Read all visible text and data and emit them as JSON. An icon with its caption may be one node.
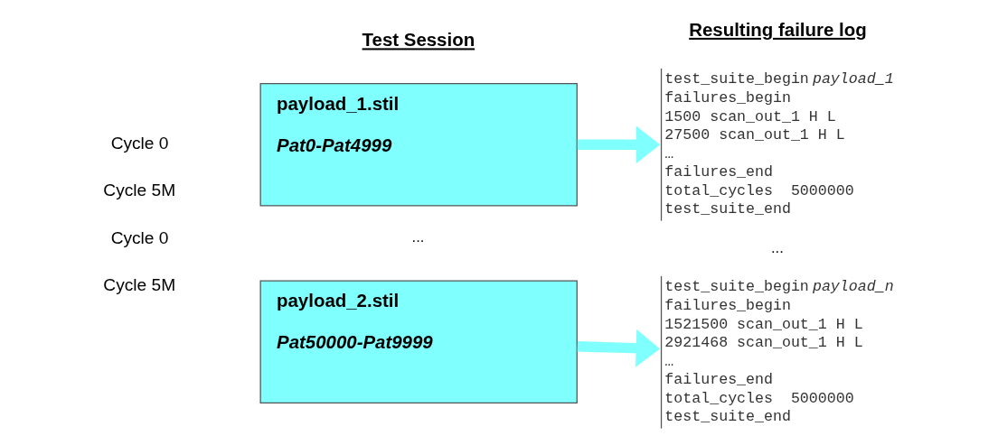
{
  "diagram": {
    "nodes": [
      {
        "text": [
          "payload_1.stil",
          "*Pat0-Pat4999*"
        ]
      },
      {
        "text": [
          "payload_2.stil",
          "*Pat50000-Pat9999*"
        ]
      },
      {
        "text": [
          "test_suite_begin *payload_1*",
          "failures_begin",
          "1500 scan_out_1 H L",
          "27500 scan_out_1 H L",
          "…",
          "failures_end",
          "total_cycles  5000000",
          "test_suite_end"
        ]
      },
      {
        "text": [
          "test_suite_begin *payload_n*",
          "failures_begin",
          "1521500 scan_out_1 H L",
          "2921468 scan_out_1 H L",
          "…",
          "failures_end",
          "total_cycles  5000000",
          "test_suite_end"
        ]
      }
    ],
    "edges": [
      {
        "from": 0,
        "to": 2,
        "arrow": "to"
      },
      {
        "from": 1,
        "to": 3,
        "arrow": "to"
      }
    ],
    "labels": [
      "Test Session",
      "Resulting failure log",
      "Cycle 0",
      "Cycle 5M",
      "...",
      "...",
      "Cycle 0",
      "Cycle 5M"
    ]
  }
}
